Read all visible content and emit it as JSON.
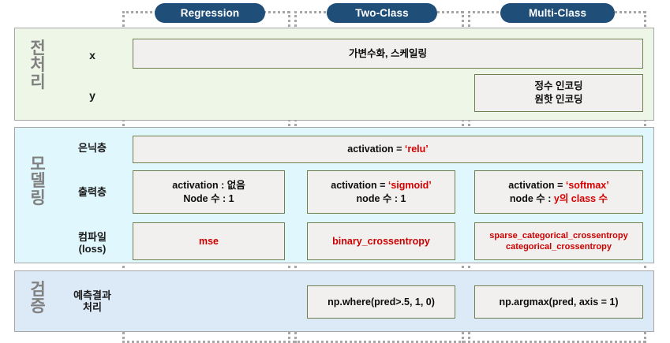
{
  "columns": [
    {
      "id": "regression",
      "label": "Regression"
    },
    {
      "id": "two-class",
      "label": "Two-Class"
    },
    {
      "id": "multi-class",
      "label": "Multi-Class"
    }
  ],
  "sections": [
    {
      "id": "preprocessing",
      "title": "전처리",
      "band_color": "#eef6e8",
      "rows": [
        {
          "id": "x",
          "label": "x"
        },
        {
          "id": "y",
          "label": "y"
        }
      ]
    },
    {
      "id": "modeling",
      "title": "모델링",
      "band_color": "#e0f7fd",
      "rows": [
        {
          "id": "hidden-layer",
          "label": "은닉층"
        },
        {
          "id": "output-layer",
          "label": "출력층"
        },
        {
          "id": "compile",
          "label": "컴파일",
          "sublabel": "(loss)"
        }
      ]
    },
    {
      "id": "validation",
      "title": "검증",
      "band_color": "#dce9f7",
      "rows": [
        {
          "id": "prediction-handling",
          "label": "예측결과",
          "sublabel": "처리"
        }
      ]
    }
  ],
  "cells": {
    "preprocessing_x_all": {
      "lines": [
        {
          "text": "가변수화, 스케일링",
          "color": "black"
        }
      ]
    },
    "preprocessing_y_multi": {
      "lines": [
        {
          "text": "정수 인코딩",
          "color": "black"
        },
        {
          "text": "원핫 인코딩",
          "color": "black"
        }
      ]
    },
    "modeling_hidden_all": {
      "lines": [
        {
          "pre": "activation = ",
          "value": "‘relu’",
          "color": "red"
        }
      ]
    },
    "modeling_output_regression": {
      "lines": [
        {
          "text": "activation : 없음",
          "color": "black"
        },
        {
          "text": "Node 수 : 1",
          "color": "black"
        }
      ]
    },
    "modeling_output_two": {
      "lines": [
        {
          "pre": "activation = ",
          "value": "‘sigmoid’",
          "color": "red"
        },
        {
          "text": "node 수 : 1",
          "color": "black"
        }
      ]
    },
    "modeling_output_multi": {
      "lines": [
        {
          "pre": "activation = ",
          "value": "‘softmax’",
          "color": "red"
        },
        {
          "pre": "node 수 : ",
          "value": "y의 class 수",
          "color": "red"
        }
      ]
    },
    "modeling_compile_regression": {
      "lines": [
        {
          "text": "mse",
          "color": "red"
        }
      ]
    },
    "modeling_compile_two": {
      "lines": [
        {
          "text": "binary_crossentropy",
          "color": "red"
        }
      ]
    },
    "modeling_compile_multi": {
      "lines": [
        {
          "text": "sparse_categorical_crossentropy",
          "color": "red"
        },
        {
          "text": "categorical_crossentropy",
          "color": "red"
        }
      ]
    },
    "validation_pred_two": {
      "lines": [
        {
          "text": "np.where(pred>.5, 1, 0)",
          "color": "black"
        }
      ]
    },
    "validation_pred_multi": {
      "lines": [
        {
          "text": "np.argmax(pred, axis = 1)",
          "color": "black"
        }
      ]
    }
  },
  "colors": {
    "pill_background": "#1f4e79",
    "pill_text": "#ffffff",
    "band_preprocessing": "#eef6e8",
    "band_modeling": "#e0f7fd",
    "band_validation": "#dce9f7",
    "cell_border": "#6f7f4f",
    "cell_background": "#f1f0ee",
    "accent_red": "#d60000",
    "section_title": "#808080",
    "guide_dotted": "#a6a6a6"
  }
}
